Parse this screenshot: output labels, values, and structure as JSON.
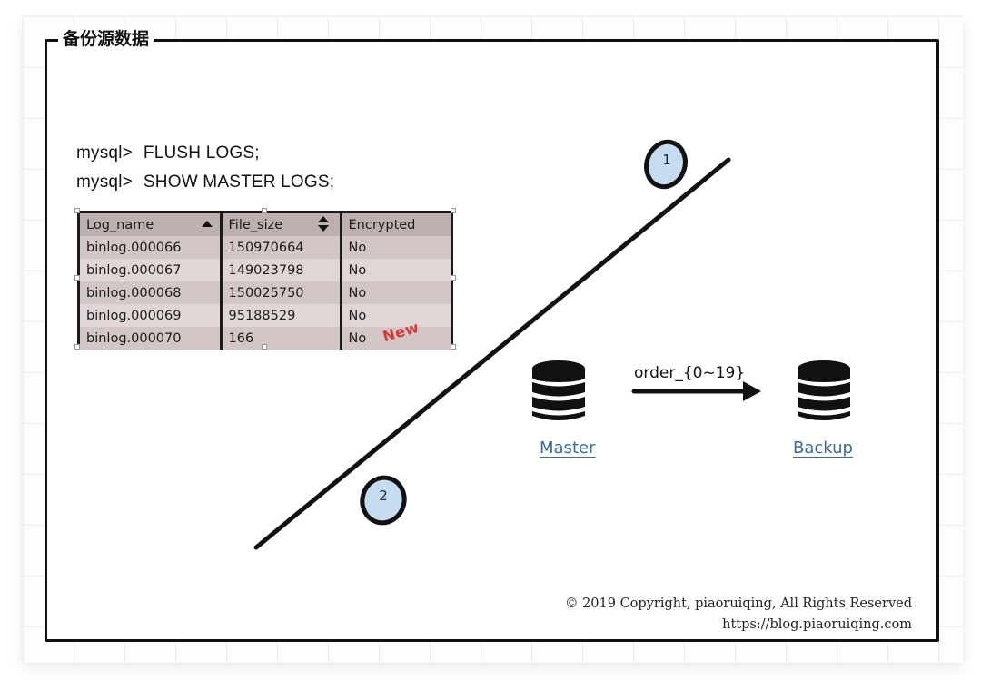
{
  "frame": {
    "title": "备份源数据"
  },
  "commands": [
    {
      "prompt": "mysql>",
      "statement": "FLUSH LOGS;"
    },
    {
      "prompt": "mysql>",
      "statement": "SHOW MASTER LOGS;"
    }
  ],
  "log_table": {
    "columns": [
      {
        "label": "Log_name",
        "sort": "ascending"
      },
      {
        "label": "File_size",
        "sort": "sortable"
      },
      {
        "label": "Encrypted",
        "sort": "none"
      }
    ],
    "rows": [
      [
        "binlog.000066",
        "150970664",
        "No"
      ],
      [
        "binlog.000067",
        "149023798",
        "No"
      ],
      [
        "binlog.000068",
        "150025750",
        "No"
      ],
      [
        "binlog.000069",
        "95188529",
        "No"
      ],
      [
        "binlog.000070",
        "166",
        "No"
      ]
    ],
    "new_badge": "New"
  },
  "steps": [
    {
      "number": "1"
    },
    {
      "number": "2"
    }
  ],
  "flow": {
    "source": {
      "label": "Master",
      "icon": "database-icon"
    },
    "target": {
      "label": "Backup",
      "icon": "database-icon"
    },
    "arrow_label": "order_{0~19}"
  },
  "footer": {
    "copyright": "© 2019 Copyright,  piaoruiqing,  All Rights Reserved",
    "url": "https://blog.piaoruiqing.com"
  },
  "colors": {
    "frame_border": "#111111",
    "table_bg": "#cdbfbf",
    "step_circle_fill": "#c6dcf3",
    "db_label": "#3f6a94",
    "new_badge": "#d33a3a"
  }
}
